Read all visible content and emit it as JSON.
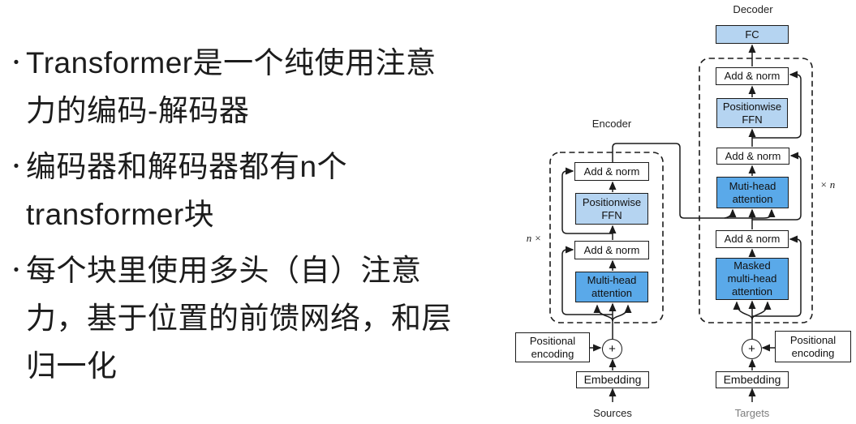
{
  "slide": {
    "bullet_char": "•",
    "bullets": [
      {
        "text": "Transformer是一个纯使用注意\n力的编码-解码器"
      },
      {
        "text": "编码器和解码器都有n个\ntransformer块"
      },
      {
        "text": "每个块里使用多头（自）注意\n力，基于位置的前馈网络，和层\n归一化"
      }
    ]
  },
  "diagram": {
    "colors": {
      "light_blue": "#b5d4f1",
      "medium_blue": "#5aa9e9",
      "line": "#1b1b1b"
    },
    "decoder": {
      "title": "Decoder",
      "fc": "FC",
      "add_norm_top": "Add & norm",
      "ffn": "Positionwise\nFFN",
      "add_norm_mid": "Add & norm",
      "mha": "Muti-head\nattention",
      "repeat": "× n",
      "add_norm_bottom": "Add & norm",
      "mmha": "Masked\nmulti-head\nattention",
      "plus": "+",
      "pos_enc": "Positional\nencoding",
      "embedding": "Embedding",
      "input": "Targets"
    },
    "encoder": {
      "title": "Encoder",
      "repeat": "n ×",
      "add_norm_top": "Add & norm",
      "ffn": "Positionwise\nFFN",
      "add_norm_bottom": "Add & norm",
      "mha": "Multi-head\nattention",
      "plus": "+",
      "pos_enc": "Positional\nencoding",
      "embedding": "Embedding",
      "input": "Sources"
    }
  }
}
